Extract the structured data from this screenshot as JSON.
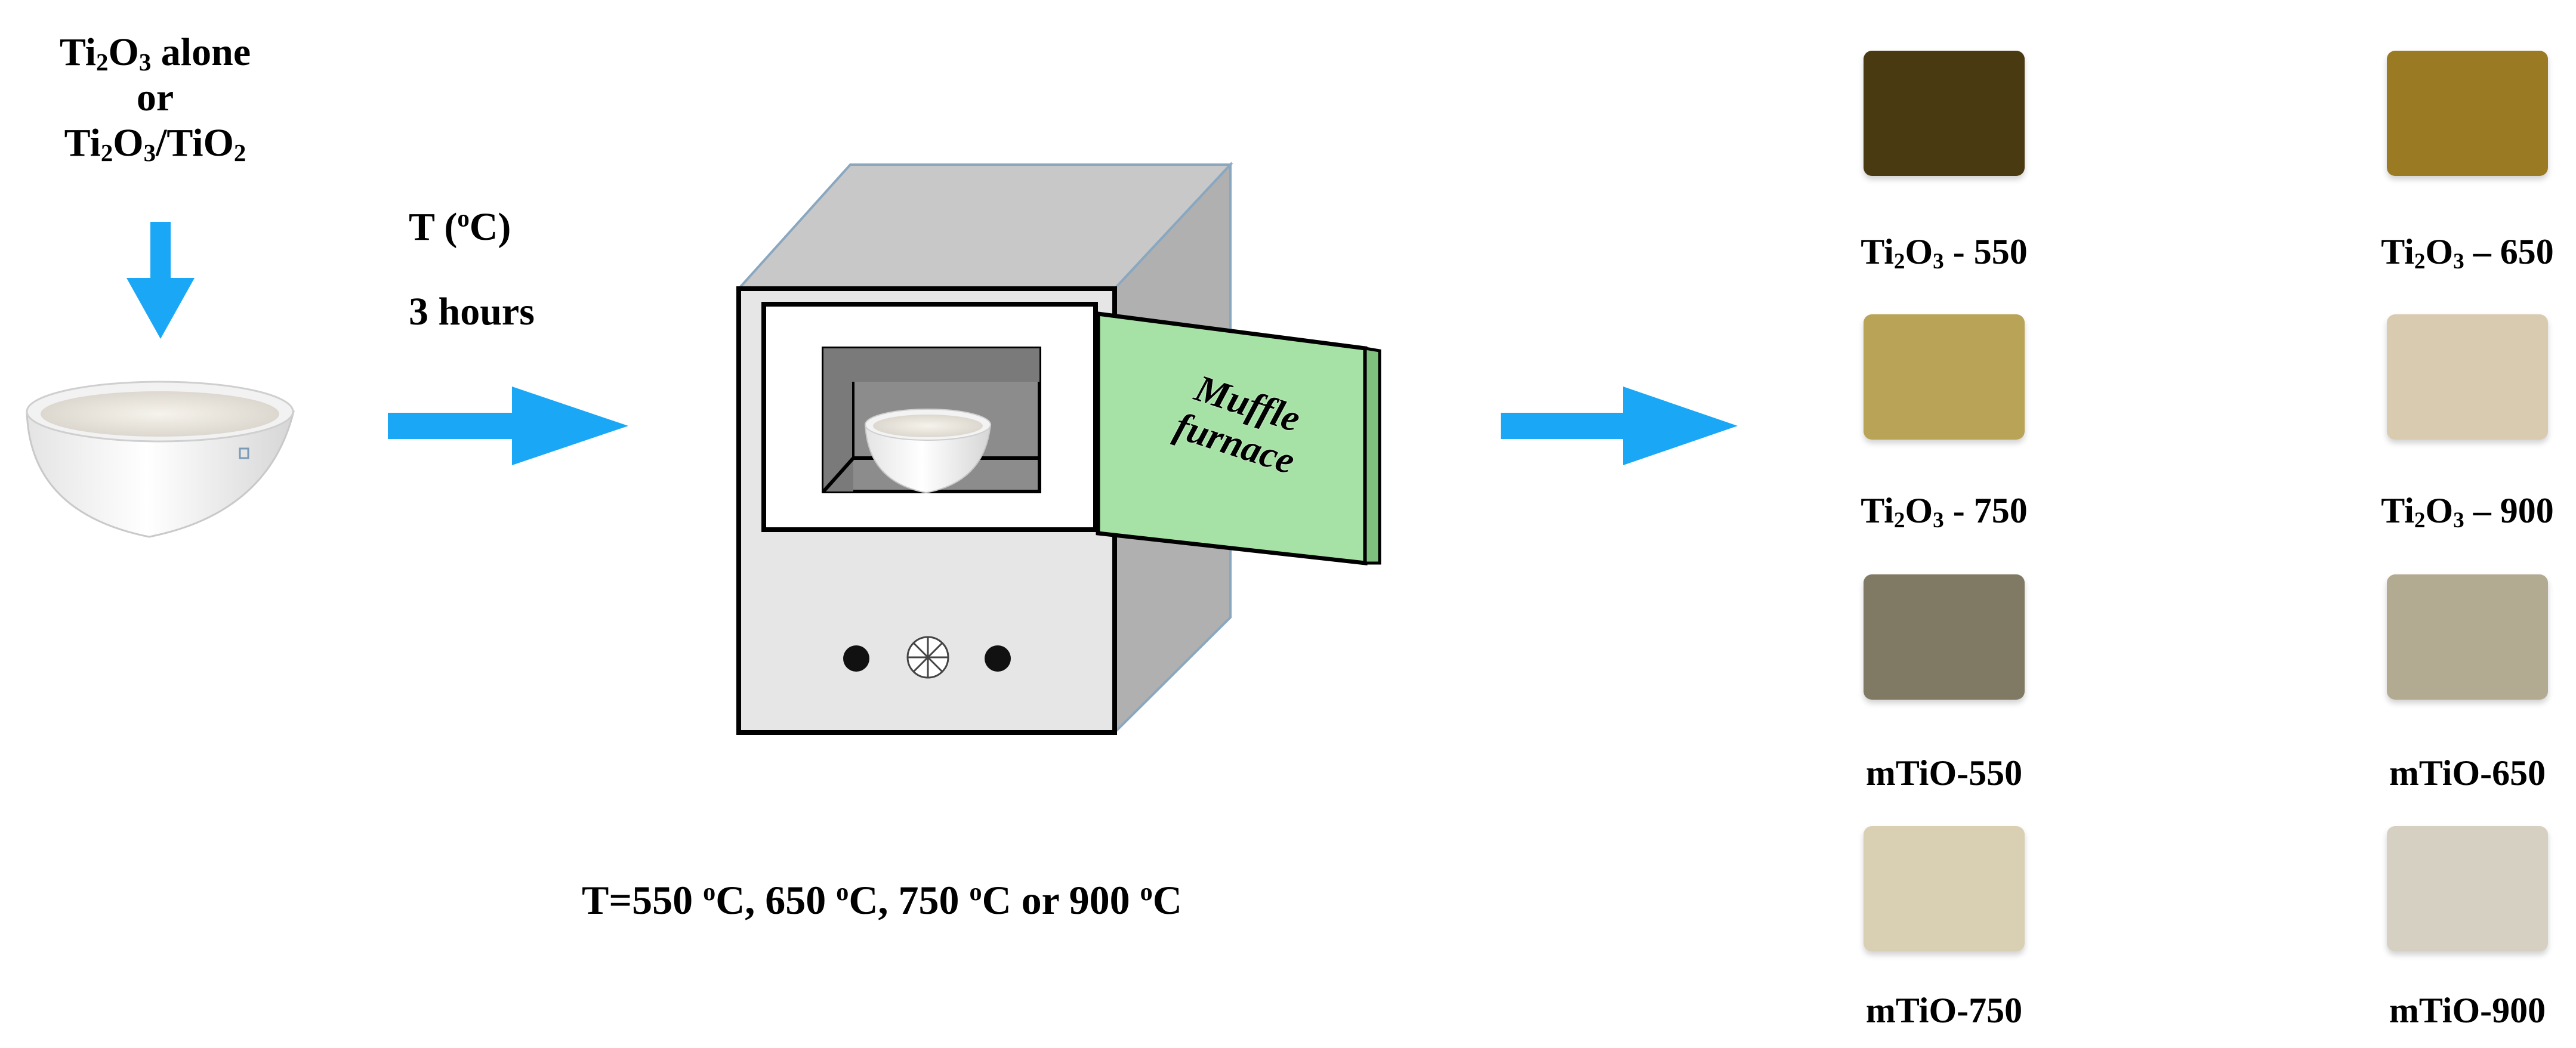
{
  "input": {
    "line1_prefix": "Ti",
    "line1_sub1": "2",
    "line1_mid": "O",
    "line1_sub2": "3",
    "line1_suffix": " alone",
    "line2": "or",
    "line3_prefix": "Ti",
    "line3_sub1": "2",
    "line3_mid": "O",
    "line3_sub2": "3",
    "line3_mid2": "/TiO",
    "line3_sub3": "2"
  },
  "condition": {
    "temp_prefix": "T (",
    "temp_sup": "o",
    "temp_suffix": "C)",
    "time": "3 hours"
  },
  "furnace": {
    "label_line1": "Muffle",
    "label_line2": "furnace"
  },
  "temperatures": {
    "t_prefix": "T=550 ",
    "sup1": "o",
    "p1": "C, 650 ",
    "sup2": "o",
    "p2": "C, 750 ",
    "sup3": "o",
    "p3": "C or 900 ",
    "sup4": "o",
    "p4": "C"
  },
  "samples": [
    {
      "pre": "Ti",
      "s1": "2",
      "mid": "O",
      "s2": "3",
      "post": " - 550",
      "color": "#4a3a12"
    },
    {
      "pre": "Ti",
      "s1": "2",
      "mid": "O",
      "s2": "3",
      "post": " – 650",
      "color": "#9a7a22"
    },
    {
      "pre": "Ti",
      "s1": "2",
      "mid": "O",
      "s2": "3",
      "post": " - 750",
      "color": "#b9a357"
    },
    {
      "pre": "Ti",
      "s1": "2",
      "mid": "O",
      "s2": "3",
      "post": " – 900",
      "color": "#d8cbb0"
    },
    {
      "pre": "mTiO-550",
      "s1": "",
      "mid": "",
      "s2": "",
      "post": "",
      "color": "#807a64"
    },
    {
      "pre": "mTiO-650",
      "s1": "",
      "mid": "",
      "s2": "",
      "post": "",
      "color": "#b2ab92"
    },
    {
      "pre": "mTiO-750",
      "s1": "",
      "mid": "",
      "s2": "",
      "post": "",
      "color": "#d9cfb3"
    },
    {
      "pre": "mTiO-900",
      "s1": "",
      "mid": "",
      "s2": "",
      "post": "",
      "color": "#d6d0c2"
    }
  ],
  "colors": {
    "arrow": "#1aa7f5",
    "door": "#a6e2a6",
    "furnace_side": "#b0b0b0",
    "furnace_top": "#c8c8c8"
  },
  "icons": [
    "down-arrow-icon",
    "right-arrow-icon",
    "crucible-icon",
    "muffle-furnace-icon",
    "knob-icon",
    "dial-icon"
  ]
}
